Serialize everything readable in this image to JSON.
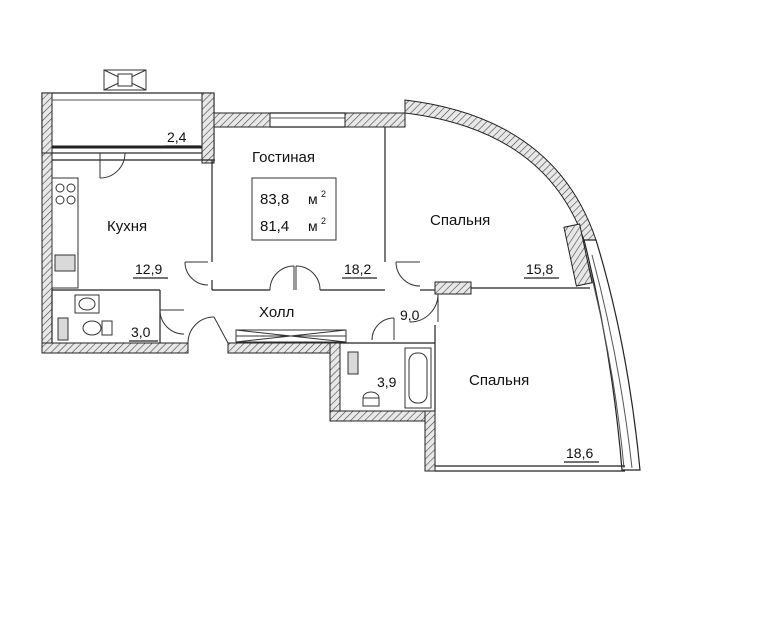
{
  "plan": {
    "total_area_value": "83,8",
    "living_area_value": "81,4",
    "area_unit": "м",
    "area_unit_sup": "2"
  },
  "rooms": {
    "living": {
      "name": "Гостиная",
      "area": "18,2"
    },
    "kitchen": {
      "name": "Кухня",
      "area": "12,9"
    },
    "bedroom1": {
      "name": "Спальня",
      "area": "15,8"
    },
    "bedroom2": {
      "name": "Спальня",
      "area": "18,6"
    },
    "hall": {
      "name": "Холл",
      "area": "9,0"
    },
    "balcony": {
      "area": "2,4"
    },
    "wc": {
      "area": "3,0"
    },
    "bathroom": {
      "area": "3,9"
    }
  }
}
